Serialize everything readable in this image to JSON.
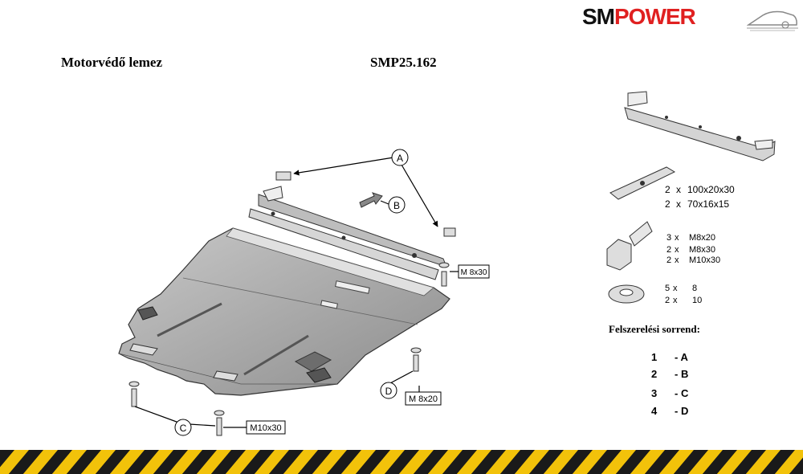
{
  "brand": {
    "part1": "SM",
    "part2": "POWER"
  },
  "header": {
    "title": "Motorvédő lemez",
    "code": "SMP25.162"
  },
  "callouts": {
    "a": "A",
    "b": "B",
    "c": "C",
    "d": "D",
    "m8x30": "M 8x30",
    "m8x20": "M 8x20",
    "m10x30": "M10x30"
  },
  "parts": {
    "brackets": [
      {
        "qty": "2",
        "x": "x",
        "size": "100x20x30"
      },
      {
        "qty": "2",
        "x": "x",
        "size": "70x16x15"
      }
    ],
    "bolts": [
      {
        "qty": "3",
        "x": "x",
        "size": "M8x20"
      },
      {
        "qty": "2",
        "x": "x",
        "size": "M8x30"
      },
      {
        "qty": "2",
        "x": "x",
        "size": "M10x30"
      }
    ],
    "washers": [
      {
        "qty": "5",
        "x": "x",
        "size": "8"
      },
      {
        "qty": "2",
        "x": "x",
        "size": "10"
      }
    ]
  },
  "assembly": {
    "heading": "Felszerelési sorrend:",
    "steps": [
      {
        "num": "1",
        "letter": "- A"
      },
      {
        "num": "2",
        "letter": "- B"
      },
      {
        "num": "3",
        "letter": "- C"
      },
      {
        "num": "4",
        "letter": "- D"
      }
    ]
  },
  "colors": {
    "accent": "#e02020",
    "hazard_yellow": "#f2c20a",
    "hazard_black": "#1a1a1a",
    "plate_gray": "#a9a9a9"
  }
}
